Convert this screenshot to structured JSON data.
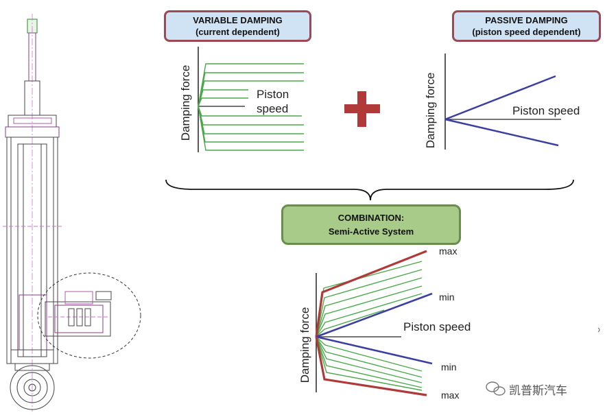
{
  "variable_box": {
    "line1": "VARIABLE DAMPING",
    "line2": "(current dependent)"
  },
  "passive_box": {
    "line1": "PASSIVE DAMPING",
    "line2": "(piston speed dependent)"
  },
  "combination_box": {
    "line1": "COMBINATION:",
    "line2": "Semi-Active System"
  },
  "variable_chart": {
    "ylabel": "Damping force",
    "xlabel_1": "Piston",
    "xlabel_2": "speed"
  },
  "passive_chart": {
    "ylabel": "Damping force",
    "xlabel": "Piston speed"
  },
  "combination_chart": {
    "ylabel": "Damping force",
    "xlabel": "Piston speed",
    "label_max_top": "max",
    "label_min_top": "min",
    "label_min_bottom": "min",
    "label_max_bottom": "max"
  },
  "watermark": {
    "text": "凯普斯汽车",
    "icon": "wechat-icon"
  },
  "colors": {
    "green": "#4aa84a",
    "blue": "#3b3fa0",
    "red": "#b03a3a",
    "plus": "#b03a3a"
  }
}
